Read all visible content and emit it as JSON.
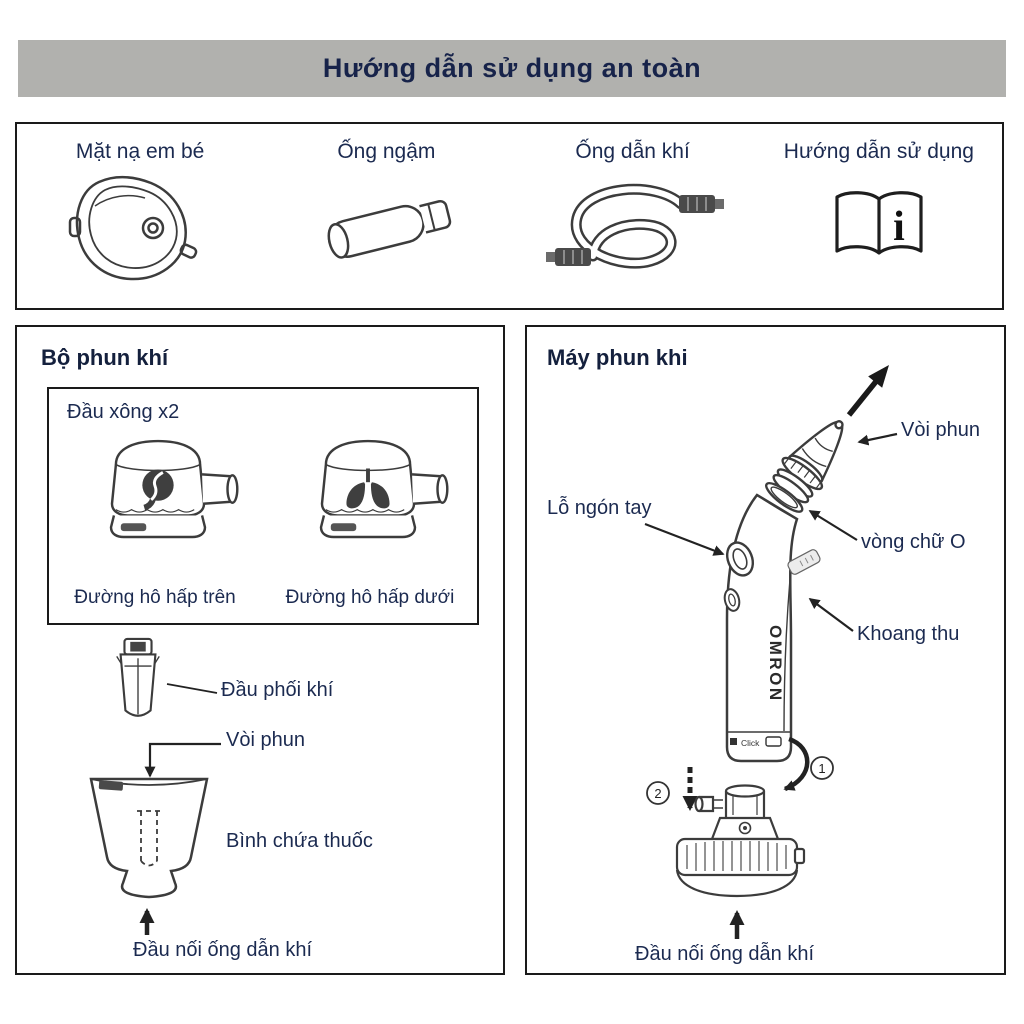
{
  "header": {
    "title": "Hướng dẫn sử dụng an toàn"
  },
  "accessories": {
    "book_glyph": "i",
    "items": [
      {
        "label": "Mặt nạ em bé",
        "icon": "baby-mask"
      },
      {
        "label": "Ống ngậm",
        "icon": "mouthpiece"
      },
      {
        "label": "Ống dẫn khí",
        "icon": "air-tube"
      },
      {
        "label": "Hướng dẫn sử dụng",
        "icon": "instruction-book"
      }
    ]
  },
  "kit_panel": {
    "title": "Bộ phun khí",
    "heads_box": {
      "title": "Đầu xông x2",
      "upper_label": "Đường hô hấp trên",
      "lower_label": "Đường hô hấp dưới"
    },
    "air_distributor_label": "Đầu phối khí",
    "nozzle_label": "Vòi phun",
    "medicine_cup_label": "Bình chứa thuốc",
    "tube_connector_label": "Đầu nối ống dẫn khí"
  },
  "device_panel": {
    "title": "Máy phun khi",
    "nozzle_label": "Vòi phun",
    "finger_hole_label": "Lỗ ngón tay",
    "o_ring_label": "vòng chữ O",
    "chamber_label": "Khoang thu",
    "tube_connector_label": "Đầu nối ống dẫn khí",
    "brand": "OMRON",
    "click_text": "Click",
    "steps": [
      "1",
      "2"
    ]
  },
  "colors": {
    "ink_text": "#1b2a50",
    "header_bg": "#b1b1ae",
    "line_art": "#3c3c3c"
  }
}
